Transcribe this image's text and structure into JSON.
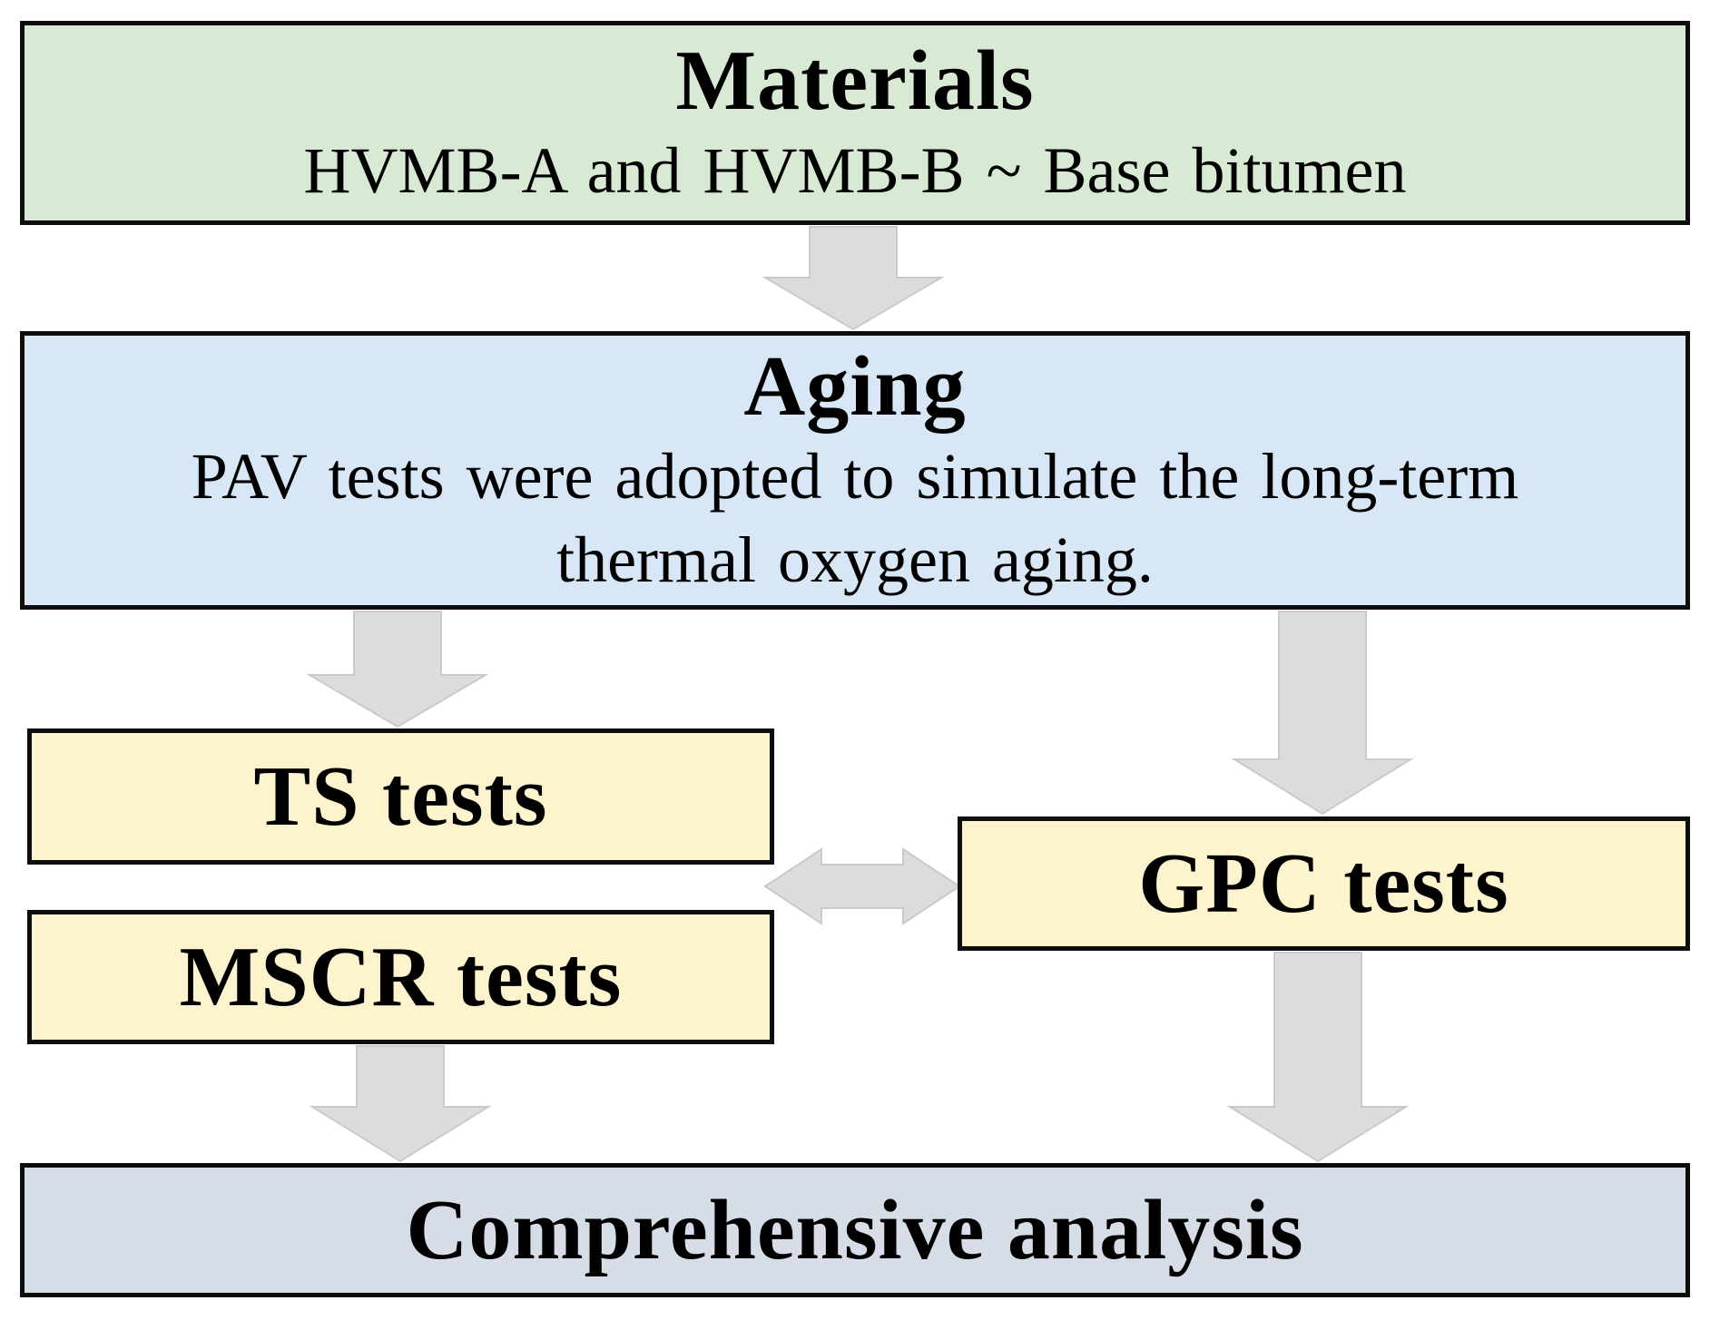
{
  "theme": {
    "materials-bg": "#d8ead3",
    "aging-bg": "#d7e7f5",
    "tests-bg": "#fdf3cd",
    "analysis-bg": "#d6dde6",
    "border-color": "#0d0d0d",
    "arrow-fill": "#dcdcdc",
    "arrow-edge": "#cacaca",
    "text-color": "#000000"
  },
  "boxes": {
    "materials": {
      "title": "Materials",
      "subtitle": "HVMB-A and HVMB-B ~ Base bitumen"
    },
    "aging": {
      "title": "Aging",
      "lines": [
        "PAV tests were adopted to simulate the long-term",
        "thermal oxygen aging."
      ]
    },
    "ts": {
      "label": "TS tests"
    },
    "mscr": {
      "label": "MSCR tests"
    },
    "gpc": {
      "label": "GPC tests"
    },
    "analysis": {
      "label": "Comprehensive analysis"
    }
  }
}
